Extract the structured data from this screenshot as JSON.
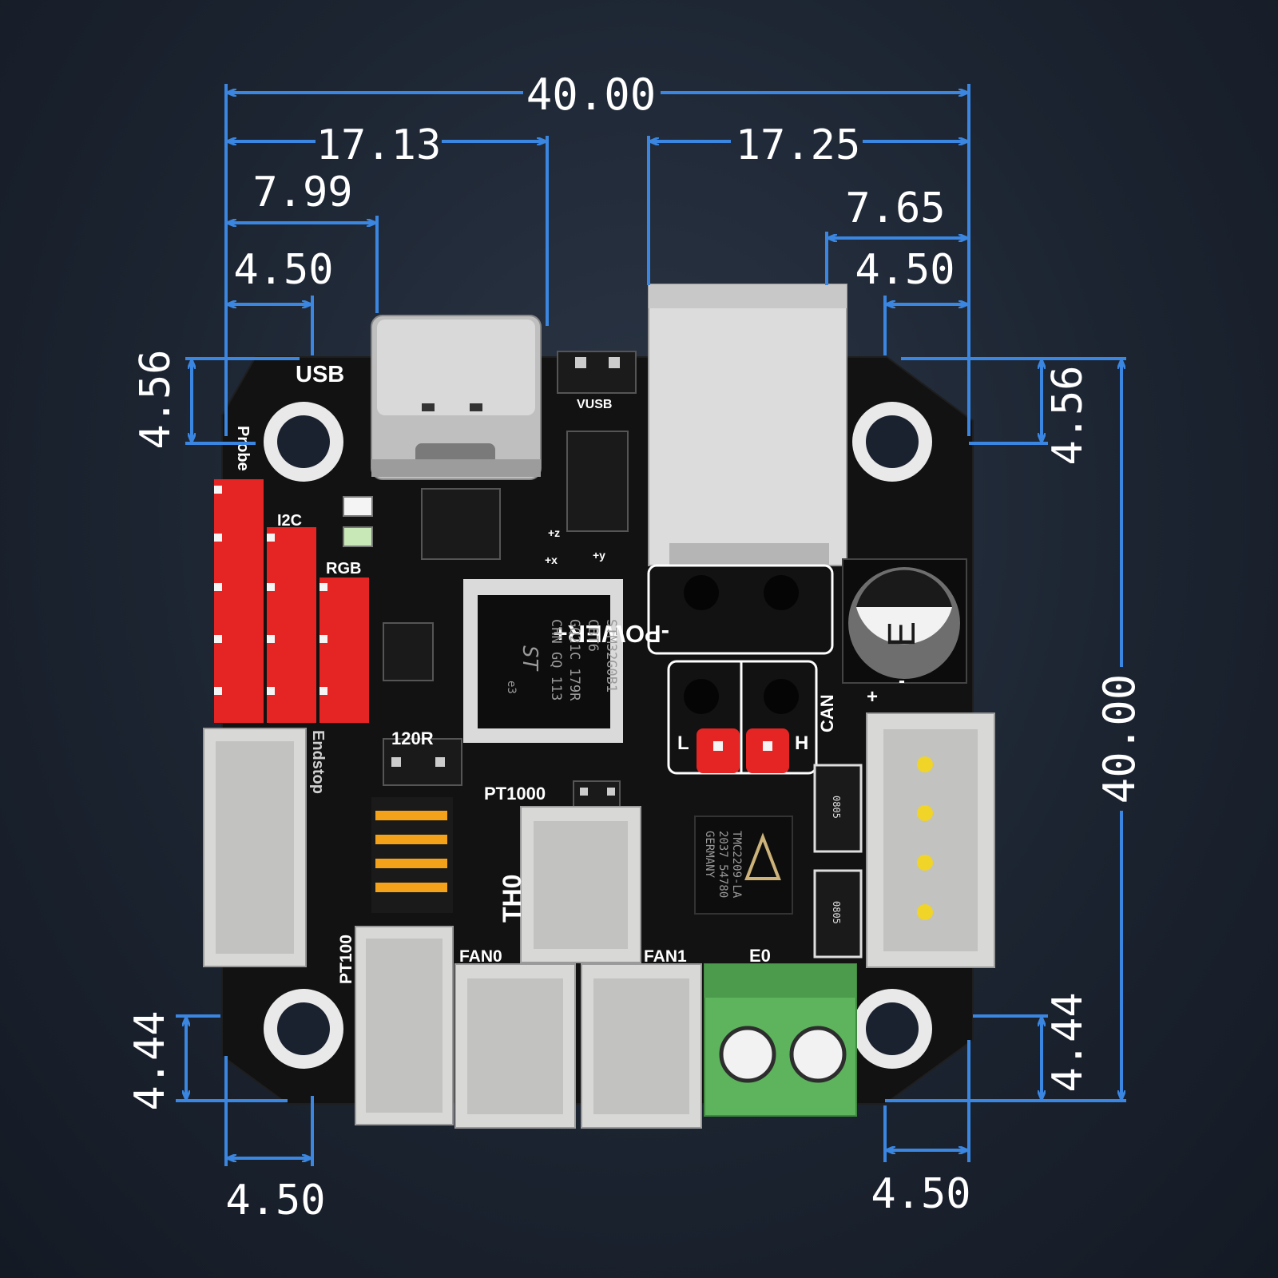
{
  "colors": {
    "background": "#1c2431",
    "dimension_line": "#3a86e0",
    "board": "#121212",
    "header_pins": "#e52424",
    "terminal_block": "#5db45d",
    "connector": "#d8d8d6",
    "dip_switch": "#f4a21a"
  },
  "dimensions": {
    "top_total": "40.00",
    "top_left_usb": "17.13",
    "top_right_rj": "17.25",
    "top_left_usb_inner": "7.99",
    "top_right_rj_inner": "7.65",
    "top_left_hole": "4.50",
    "top_right_hole": "4.50",
    "left_top_hole": "4.56",
    "right_top_hole": "4.56",
    "right_total": "40.00",
    "left_bottom_hole": "4.44",
    "right_bottom_hole": "4.44",
    "bottom_left_hole": "4.50",
    "bottom_right_hole": "4.50"
  },
  "silkscreen": {
    "usb": "USB",
    "probe": "Probe",
    "i2c": "I2C",
    "rgb": "RGB",
    "vusb": "VUSB",
    "power": "-POWER+",
    "can": "CAN",
    "can_l": "L",
    "can_h": "H",
    "r120": "120R",
    "pt1000": "PT1000",
    "pt100": "PT100",
    "th0": "TH0",
    "endstop": "Endstop",
    "fan0": "FAN0",
    "fan1": "FAN1",
    "e0": "E0",
    "plus": "+",
    "minus": "-",
    "axis_z": "+z",
    "axis_y": "+y",
    "axis_x": "+x",
    "cap_label": "E",
    "res_0805": "0805"
  },
  "chips": {
    "mcu_line1": "STM32G0B1",
    "mcu_line2": "CBT6",
    "mcu_line3": "GQ21C 179R",
    "mcu_line4": "CHN GQ 113",
    "mcu_logo": "ST",
    "mcu_mark": "e3",
    "driver_line1": "TMC2209-LA",
    "driver_line2": "2037 54780",
    "driver_line3": "GERMANY"
  }
}
